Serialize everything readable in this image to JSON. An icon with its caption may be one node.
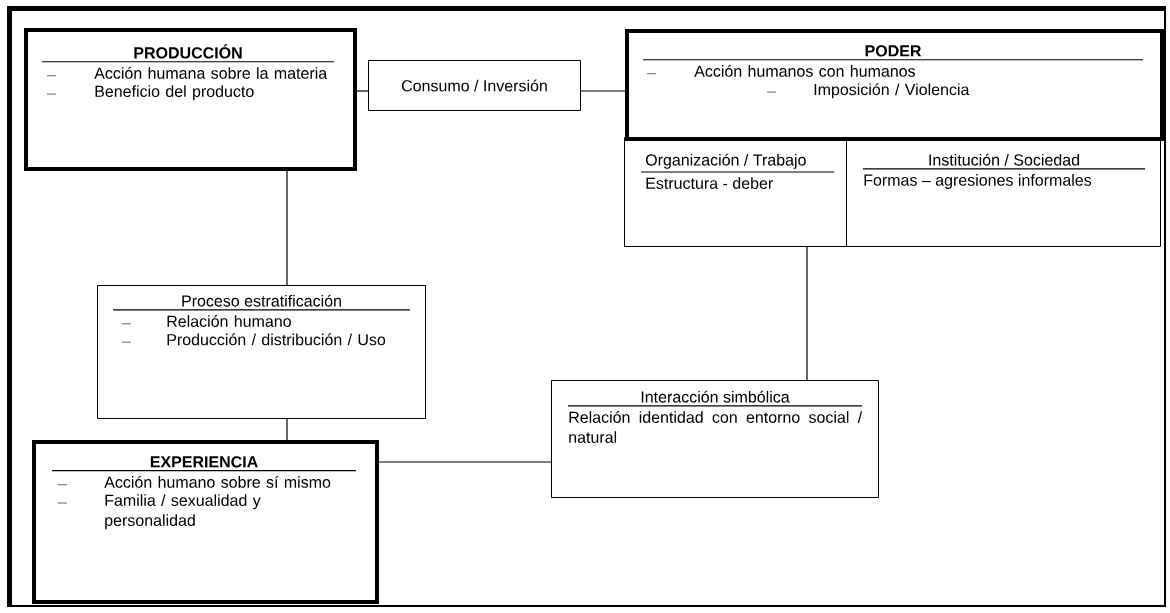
{
  "diagram": {
    "nodes": [
      {
        "text": [
          "PRODUCCIÓN",
          "Acción humana sobre la materia",
          "Beneficio del producto"
        ]
      },
      {
        "text": [
          "Consumo / Inversión"
        ]
      },
      {
        "text": [
          "PODER",
          "Acción humanos con humanos",
          "Imposición / Violencia"
        ]
      },
      {
        "text": [
          "Organización / Trabajo",
          "Estructura - deber"
        ]
      },
      {
        "text": [
          "Institución / Sociedad",
          "Formas – agresiones informales"
        ]
      },
      {
        "text": [
          "Proceso estratificación",
          "Relación humano",
          "Producción / distribución / Uso"
        ]
      },
      {
        "text": [
          "Interacción simbólica",
          "Relación identidad con entorno social / natural"
        ]
      },
      {
        "text": [
          "EXPERIENCIA",
          "Acción humano sobre sí mismo",
          "Familia / sexualidad y personalidad"
        ]
      }
    ],
    "edges": [
      {
        "from": 0,
        "to": 1,
        "arrow": "none"
      },
      {
        "from": 1,
        "to": 2,
        "arrow": "none"
      },
      {
        "from": 0,
        "to": 5,
        "arrow": "none"
      },
      {
        "from": 5,
        "to": 7,
        "arrow": "none"
      },
      {
        "from": 7,
        "to": 6,
        "arrow": "none"
      },
      {
        "from": 3,
        "to": 6,
        "arrow": "none"
      }
    ]
  }
}
